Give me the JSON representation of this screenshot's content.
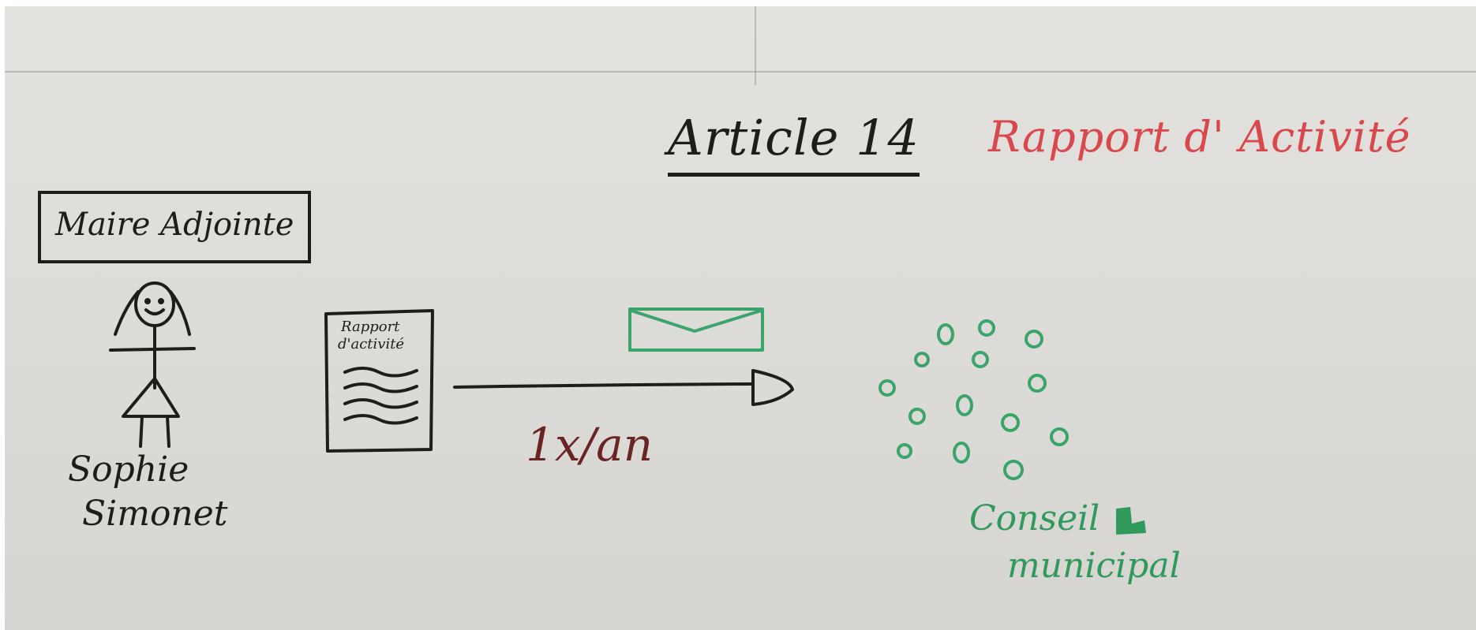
{
  "title": "Article 14",
  "subtitle": "Rapport d' Activité",
  "person": {
    "role": "Maire Adjointe",
    "name_line1": "Sophie",
    "name_line2": "Simonet"
  },
  "document": {
    "label_line1": "Rapport",
    "label_line2": "d'activité"
  },
  "frequency": "1x/an",
  "recipient": {
    "line1": "Conseil",
    "line2": "municipal"
  },
  "colors": {
    "ink": "#1f1d1b",
    "subtitle": "#d9484d",
    "frequency": "#6b2424",
    "council": "#2f9a5c"
  },
  "icons": [
    "stick-figure-icon",
    "document-icon",
    "arrow-icon",
    "envelope-icon",
    "council-circles-icon"
  ]
}
